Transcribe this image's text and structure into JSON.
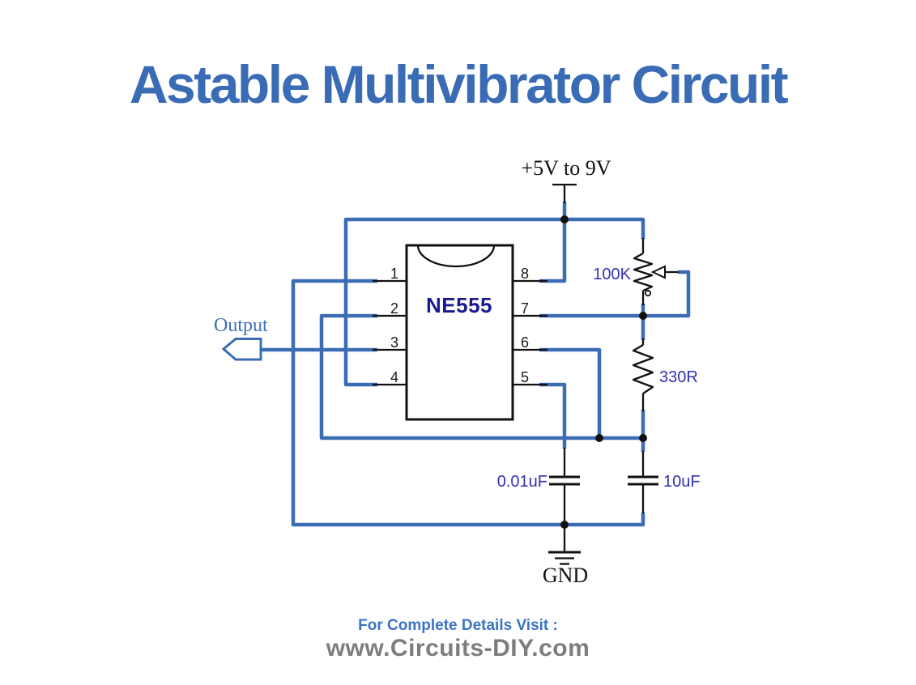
{
  "title": "Astable Multivibrator Circuit",
  "colors": {
    "title_blue": "#3a6cb5",
    "wire_blue": "#3c6cb4",
    "label_violet": "#3232b0",
    "ic_label_navy": "#1b1b8e",
    "output_blue": "#3f6fba",
    "footer_blue": "#3b74c4",
    "footer_gray": "#7d7d7d",
    "line_black": "#111111"
  },
  "circuit": {
    "power_label": "+5V to 9V",
    "ground_label": "GND",
    "output_label": "Output",
    "ic": {
      "name": "NE555",
      "pins_left": [
        "1",
        "2",
        "3",
        "4"
      ],
      "pins_right": [
        "8",
        "7",
        "6",
        "5"
      ]
    },
    "components": {
      "potentiometer": "100K",
      "resistor": "330R",
      "capacitor_small": "0.01uF",
      "capacitor_large": "10uF"
    }
  },
  "footer": {
    "line1": "For Complete Details Visit :",
    "line2": "www.Circuits-DIY.com"
  }
}
